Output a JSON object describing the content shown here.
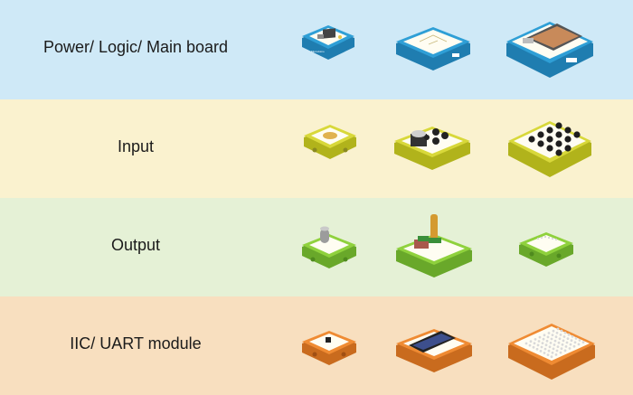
{
  "categories": [
    {
      "label": "Power/ Logic/ Main board",
      "color": "#cfe9f7",
      "module_color": "#2f9fd6",
      "module_dark": "#1f7db0"
    },
    {
      "label": "Input",
      "color": "#faf2cf",
      "module_color": "#d8d83a",
      "module_dark": "#b1b31b"
    },
    {
      "label": "Output",
      "color": "#e5f1d6",
      "module_color": "#8fd13d",
      "module_dark": "#69a82a"
    },
    {
      "label": "IIC/ UART module",
      "color": "#f8dfbf",
      "module_color": "#ef8b33",
      "module_dark": "#c96b1e"
    }
  ],
  "module_board_color": "#fffdf2",
  "module_brand_text": "Microduino"
}
